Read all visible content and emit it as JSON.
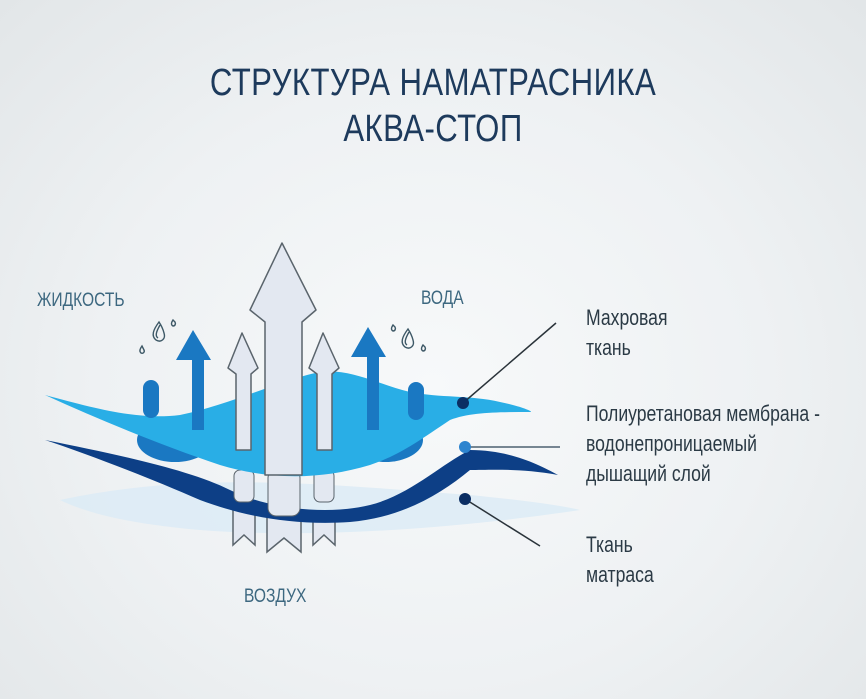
{
  "title": {
    "line1": "СТРУКТУРА  НАМАТРАСНИКА",
    "line2": "АКВА-СТОП"
  },
  "labels": {
    "liquid": "ЖИДКОСТЬ",
    "water": "ВОДА",
    "air": "ВОЗДУХ"
  },
  "layers": [
    {
      "id": "terry",
      "lines": [
        "Махровая",
        "ткань"
      ],
      "color": "#29aee6"
    },
    {
      "id": "membrane",
      "lines": [
        "Полиуретановая мембрана -",
        "водонепроницаемый",
        "дышащий слой"
      ],
      "color": "#0d3f86"
    },
    {
      "id": "mattress",
      "lines": [
        "Ткань",
        "матраса"
      ],
      "color": "#dbeaf5"
    }
  ],
  "colors": {
    "title": "#1d3a5c",
    "light_blue_layer": "#29aee6",
    "mid_blue": "#1a78c2",
    "dark_blue_layer": "#0d3f86",
    "air_arrow_fill": "#e3e8f1",
    "pointer_dot": "#0b2e63"
  },
  "icons": {
    "droplets_left": "water-drops-icon",
    "droplets_right": "water-drops-icon",
    "up_arrows": "arrow-up-icon"
  }
}
